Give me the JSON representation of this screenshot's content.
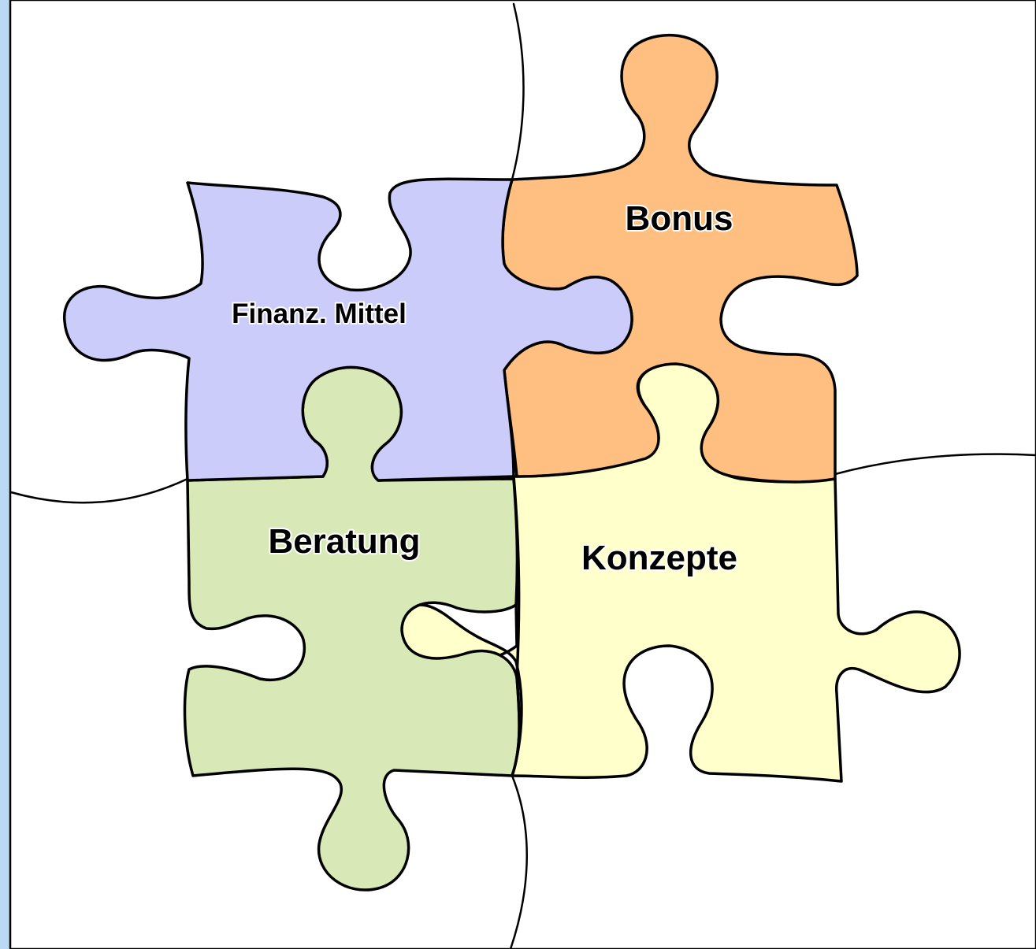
{
  "pieces": {
    "finanz": {
      "label": "Finanz. Mittel",
      "color": "#ccccfa"
    },
    "bonus": {
      "label": "Bonus",
      "color": "#ffbf80"
    },
    "beratung": {
      "label": "Beratung",
      "color": "#d8e8b6"
    },
    "konzepte": {
      "label": "Konzepte",
      "color": "#ffffcc"
    }
  },
  "colors": {
    "background": "#b9d9f4",
    "panel": "#ffffff",
    "outline": "#000000"
  }
}
